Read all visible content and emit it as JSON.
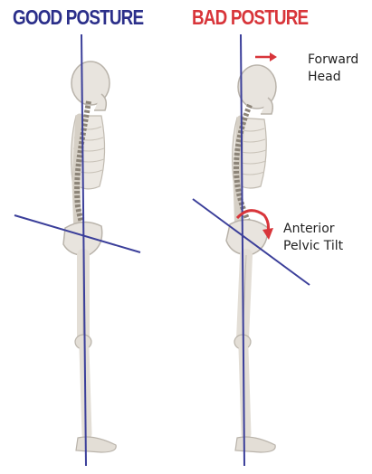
{
  "good": {
    "title": "GOOD POSTURE",
    "title_color": "#2b2f8a"
  },
  "bad": {
    "title": "BAD POSTURE",
    "title_color": "#d8353a",
    "callouts": {
      "forward_head": [
        "Forward",
        "Head"
      ],
      "anterior_pelvic_tilt": [
        "Anterior",
        "Pelvic Tilt"
      ]
    }
  },
  "colors": {
    "plumb_line": "#3b3f9a",
    "arrow": "#d8353a",
    "bone": "#e8e4de",
    "bone_outline": "#b9b3aa",
    "spine": "#8c8478"
  },
  "icons": [
    "skeleton-side-view",
    "arrow-right-icon",
    "curved-arrow-icon"
  ]
}
